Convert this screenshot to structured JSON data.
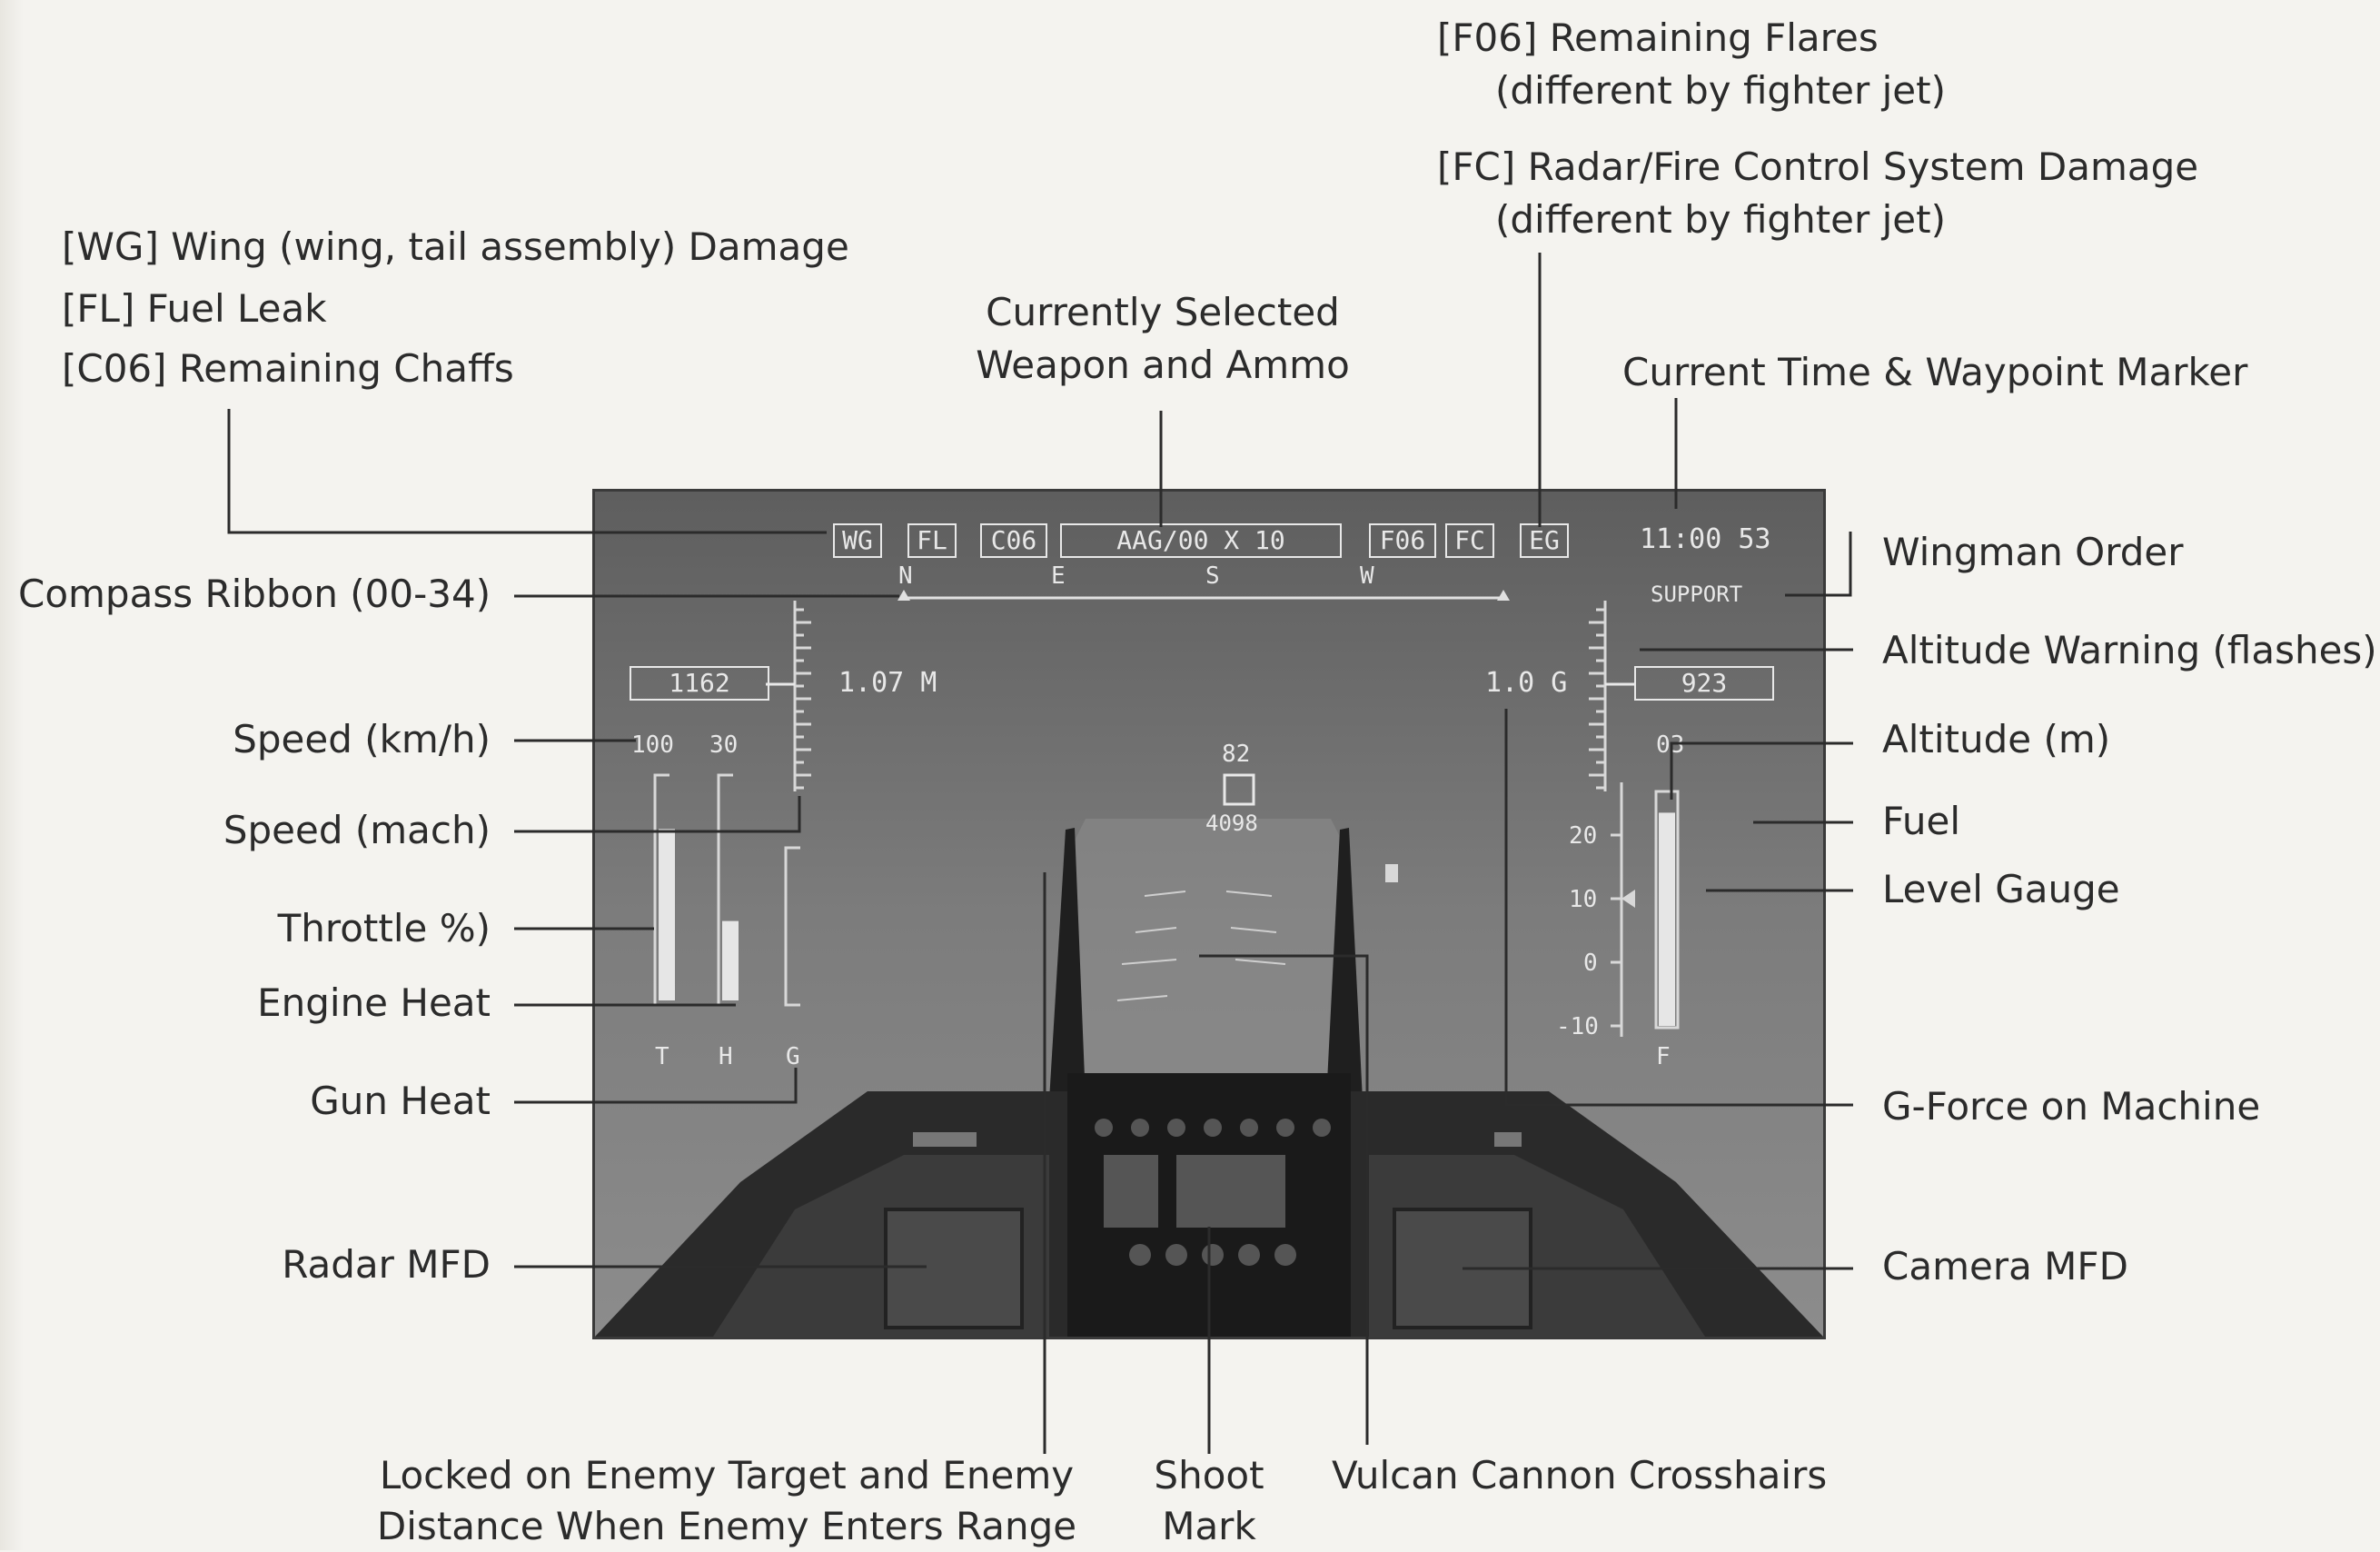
{
  "labels": {
    "wg": "[WG] Wing (wing, tail assembly) Damage",
    "fl": "[FL] Fuel Leak",
    "c06": "[C06] Remaining Chaffs",
    "weapon_line1": "Currently Selected",
    "weapon_line2": "Weapon and Ammo",
    "f06_line1": "[F06] Remaining Flares",
    "f06_line2": "(different by fighter jet)",
    "fc_line1": "[FC] Radar/Fire Control System Damage",
    "fc_line2": "(different by fighter jet)",
    "time": "Current Time & Waypoint Marker",
    "wingman": "Wingman Order",
    "alt_warning": "Altitude Warning (flashes)",
    "altitude": "Altitude (m)",
    "fuel": "Fuel",
    "level": "Level Gauge",
    "gforce": "G-Force on Machine",
    "camera": "Camera MFD",
    "compass": "Compass Ribbon (00-34)",
    "speed_kmh": "Speed (km/h)",
    "speed_mach": "Speed (mach)",
    "throttle": "Throttle %)",
    "engine_heat": "Engine Heat",
    "gun_heat": "Gun Heat",
    "radar": "Radar MFD",
    "locked_line1": "Locked on Enemy Target and Enemy",
    "locked_line2": "Distance When Enemy Enters Range",
    "shoot_line1": "Shoot",
    "shoot_line2": "Mark",
    "vulcan": "Vulcan Cannon Crosshairs"
  },
  "hud": {
    "wg": "WG",
    "fl": "FL",
    "c06": "C06",
    "weapon": "AAG/00 X 10",
    "f06": "F06",
    "fc": "FC",
    "eg": "EG",
    "time": "11:00 53",
    "wingman_order": "SUPPORT",
    "compass_n": "N",
    "compass_e": "E",
    "compass_s": "S",
    "compass_w": "W",
    "speed": "1162",
    "mach": "1.07 M",
    "gforce": "1.0 G",
    "altitude": "923",
    "scale_100": "100",
    "scale_30": "30",
    "scale_03": "03",
    "target_top": "82",
    "target_dist": "4098",
    "gauge_t": "T",
    "gauge_h": "H",
    "gauge_g": "G",
    "gauge_f": "F",
    "level_20": "20",
    "level_10": "10",
    "level_0": "0",
    "level_m10": "-10",
    "throttle_level": 0.82,
    "engine_heat_level": 0.38,
    "gun_heat_level": 0.0,
    "fuel_level": 0.92
  }
}
